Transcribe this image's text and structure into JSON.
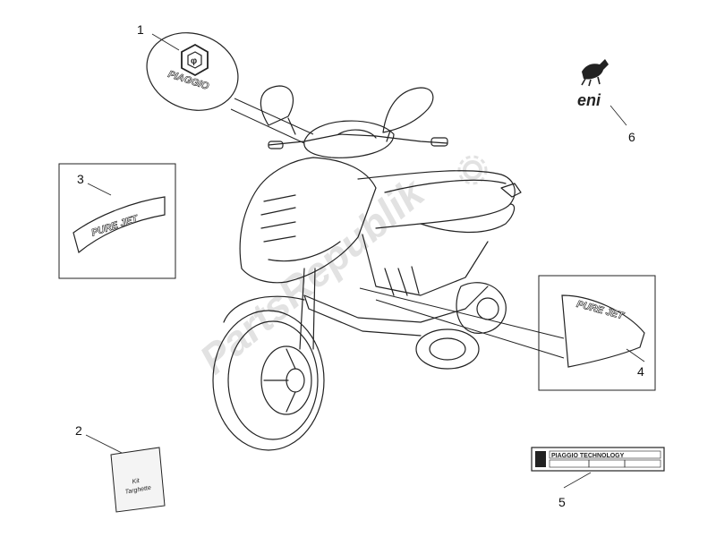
{
  "watermark": "PartsRepublik",
  "parts": [
    {
      "number": "1",
      "decal_text": "PIAGGIO"
    },
    {
      "number": "2",
      "text_line1": "Kit",
      "text_line2": "Targhette"
    },
    {
      "number": "3",
      "decal_text": "PURE JET"
    },
    {
      "number": "4",
      "decal_text": "PURE JET"
    },
    {
      "number": "5",
      "decal_text": "PIAGGIO TECHNOLOGY"
    },
    {
      "number": "6",
      "decal_text": "eni"
    }
  ],
  "colors": {
    "line": "#222222",
    "watermark": "#e2e2e2"
  }
}
